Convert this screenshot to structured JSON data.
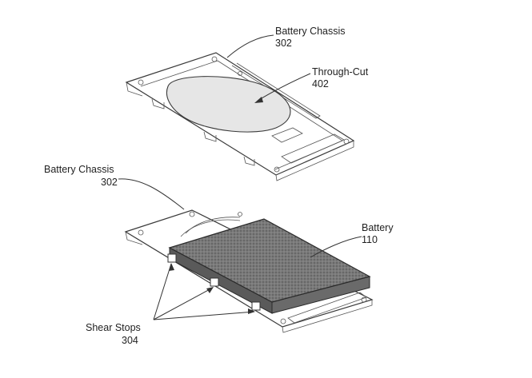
{
  "labels": {
    "top_chassis_name": "Battery Chassis",
    "top_chassis_num": "302",
    "through_cut_name": "Through-Cut",
    "through_cut_num": "402",
    "bottom_chassis_name": "Battery Chassis",
    "bottom_chassis_num": "302",
    "battery_name": "Battery",
    "battery_num": "110",
    "shear_stops_name": "Shear Stops",
    "shear_stops_num": "304"
  },
  "colors": {
    "line": "#333333",
    "battery_fill": "#6e6e6e",
    "cutout_fill": "#e6e6e6"
  }
}
